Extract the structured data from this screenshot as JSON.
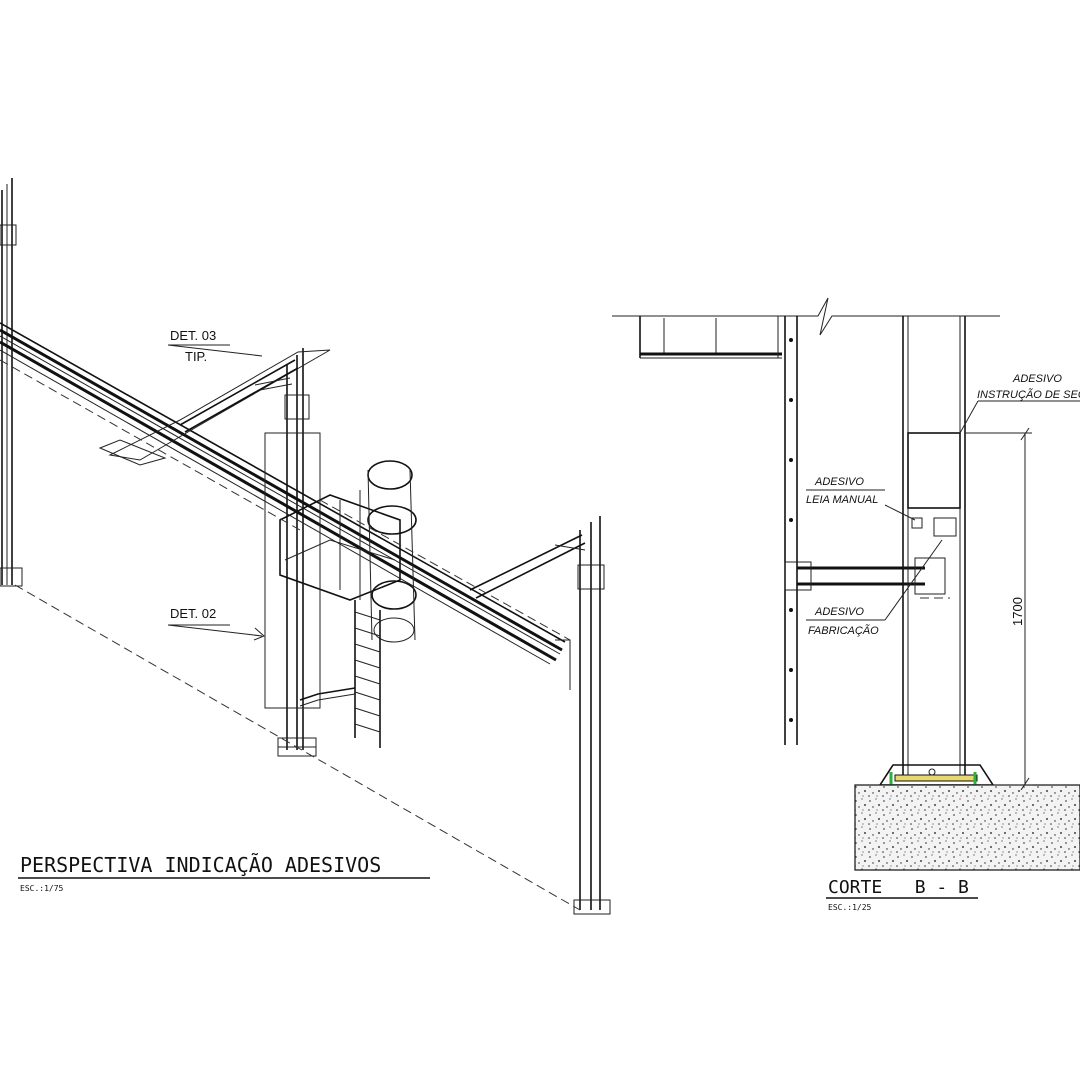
{
  "perspective": {
    "title": "PERSPECTIVA INDICAÇÃO ADESIVOS",
    "scale": "ESC.:1/75",
    "det03": "DET. 03",
    "tip": "TIP.",
    "det02": "DET. 02"
  },
  "section": {
    "title": "CORTE   B - B",
    "scale": "ESC.:1/25",
    "label_instrucao_1": "ADESIVO",
    "label_instrucao_2": "INSTRUÇÃO DE SEG",
    "label_leia_1": "ADESIVO",
    "label_leia_2": "LEIA MANUAL",
    "label_fab_1": "ADESIVO",
    "label_fab_2": "FABRICAÇÃO",
    "dimension": "1700"
  },
  "colors": {
    "line": "#111111",
    "anchor": "#2fae3a",
    "grout": "#e8d870"
  }
}
